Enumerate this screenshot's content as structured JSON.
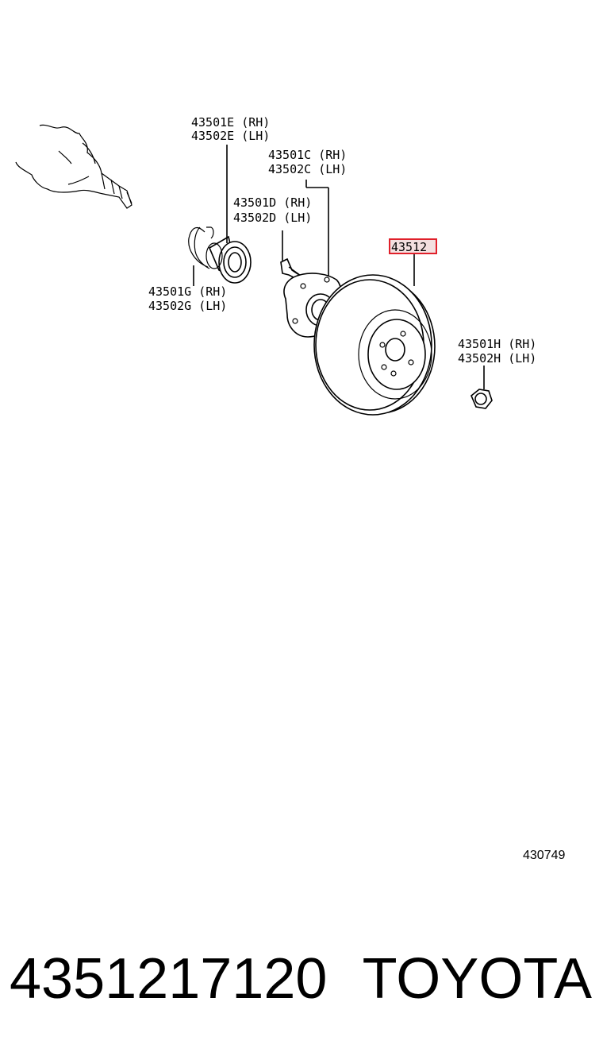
{
  "labels": {
    "bearing": {
      "rh": "43501E (RH)",
      "lh": "43502E (LH)"
    },
    "hub": {
      "rh": "43501C (RH)",
      "lh": "43502C (LH)"
    },
    "hub_bolt": {
      "rh": "43501D (RH)",
      "lh": "43502D (LH)"
    },
    "snap_ring": {
      "rh": "43501G (RH)",
      "lh": "43502G (LH)"
    },
    "disc": "43512",
    "hub_nut": {
      "rh": "43501H (RH)",
      "lh": "43502H (LH)"
    }
  },
  "reference_code": "430749",
  "footer": {
    "part_number": "4351217120",
    "brand": "TOYOTA"
  },
  "colors": {
    "highlight": "#e0202a",
    "line": "#000000",
    "background": "#ffffff"
  }
}
